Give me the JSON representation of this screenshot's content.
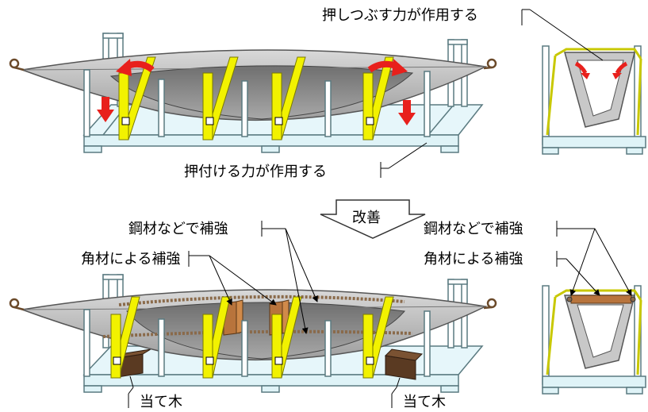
{
  "labels": {
    "crush_force": "押しつぶす力が作用する",
    "press_force": "押付ける力が作用する",
    "improvement": "改善",
    "steel_reinforce_left": "鋼材などで補強",
    "steel_reinforce_right": "鋼材などで補強",
    "lumber_reinforce_left": "角材による補強",
    "lumber_reinforce_right": "角材による補強",
    "padding_wood_left": "当て木",
    "padding_wood_right": "当て木"
  },
  "colors": {
    "hull": "#bdbdbd",
    "hull_inner": "#8c8c8c",
    "strap": "#f2f200",
    "frame": "#ffffff",
    "pallet": "#dff3f7",
    "force_arrow": "#e8201c",
    "wood": "#b8743c",
    "padding_wood": "#5a3a22",
    "steel_bar": "#8a6a4a"
  }
}
